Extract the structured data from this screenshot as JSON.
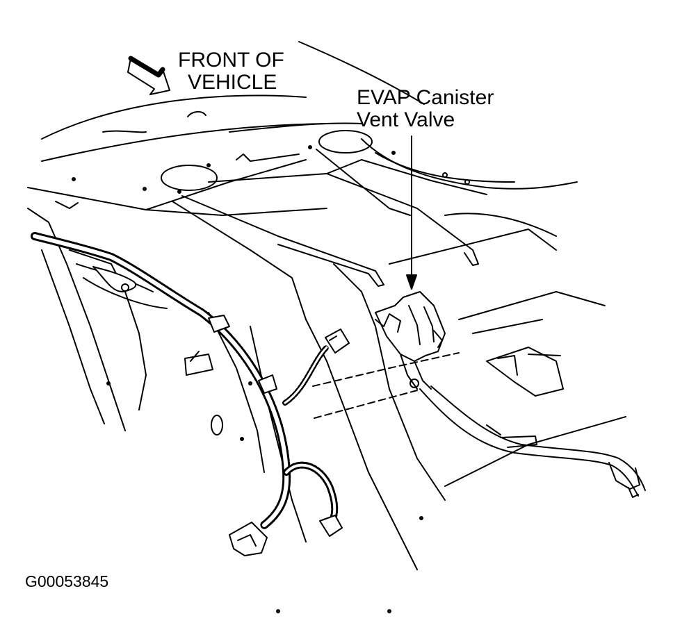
{
  "figure": {
    "front_label": {
      "line1": "FRONT OF",
      "line2": "VEHICLE"
    },
    "callout": {
      "line1": "EVAP Canister",
      "line2": "Vent Valve"
    },
    "figure_id": "G00053845"
  },
  "colors": {
    "ink": "#000000",
    "paper": "#ffffff"
  }
}
